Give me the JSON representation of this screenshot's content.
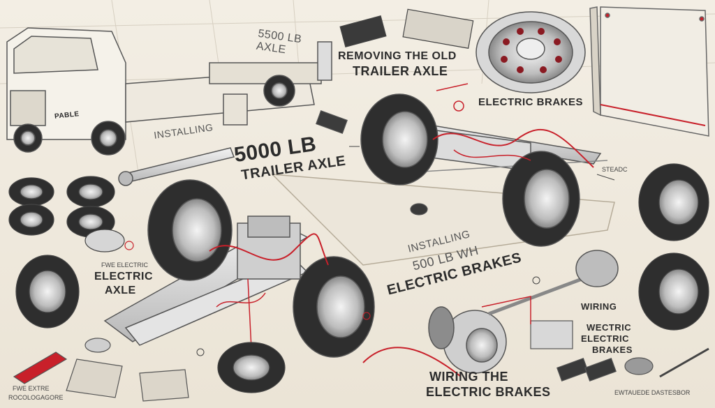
{
  "labels": {
    "axle_5500": "5500 LB\nAXLE",
    "removing_1": "REMOVING THE OLD",
    "removing_2": "TRAILER AXLE",
    "electric_brakes_top": "ELECTRIC BRAKES",
    "installing": "INSTALLING",
    "main_1": "5000 LB",
    "main_2": "TRAILER AXLE",
    "electric_axle_small": "FWE ELECTRIC",
    "electric_axle": "ELECTRIC",
    "axle_word": "AXLE",
    "installing_wh_1": "INSTALLING",
    "installing_wh_2": "500 LB WH",
    "installing_wh_3": "ELECTRIC BRAKES",
    "wiring": "WIRING",
    "wectric_1": "WECTRIC",
    "wectric_2": "ELECTRIC",
    "wectric_3": "BRAKES",
    "wiring_the_1": "WIRING THE",
    "wiring_the_2": "ELECTRIC BRAKES",
    "truck_badge": "PABLE",
    "steadc": "STEADC",
    "small_caption_left_1": "FWE EXTRE",
    "small_caption_left_2": "ROCOLOGAGORE",
    "small_caption_right": "EWTAUEDE DASTESBOR"
  },
  "colors": {
    "ink": "#2b2b2b",
    "wire_red": "#c8202a",
    "metal": "#c9c9c9",
    "tire": "#2e2e2e"
  }
}
